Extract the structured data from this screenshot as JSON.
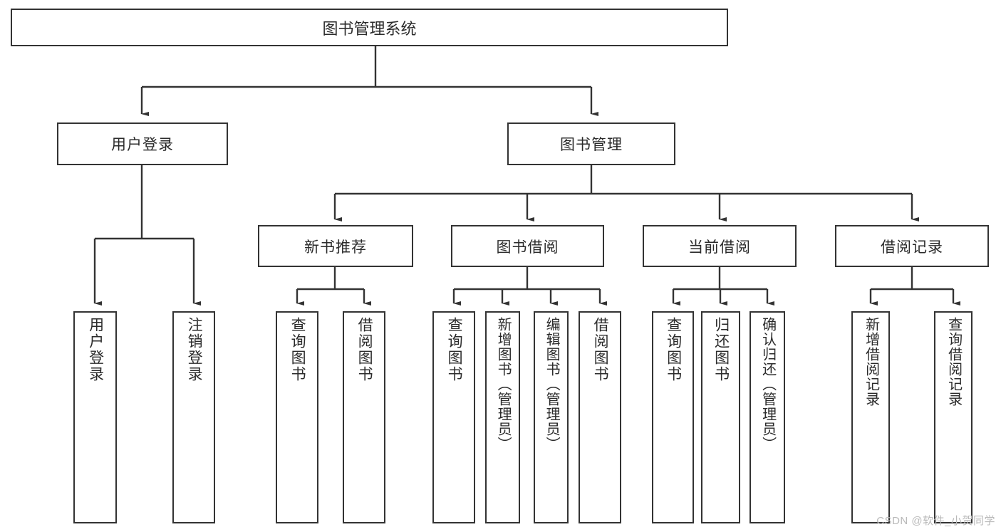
{
  "diagram": {
    "title": "图书管理系统",
    "type": "tree-hierarchy-diagram",
    "root": {
      "label": "图书管理系统"
    },
    "level1": [
      {
        "label": "用户登录"
      },
      {
        "label": "图书管理"
      }
    ],
    "level2": [
      {
        "label": "新书推荐"
      },
      {
        "label": "图书借阅"
      },
      {
        "label": "当前借阅"
      },
      {
        "label": "借阅记录"
      }
    ],
    "leaves": {
      "user_login": [
        {
          "label": "用户登录"
        },
        {
          "label": "注销登录"
        }
      ],
      "new_book_recommend": [
        {
          "label": "查询图书"
        },
        {
          "label": "借阅图书"
        }
      ],
      "book_borrow": [
        {
          "label": "查询图书"
        },
        {
          "label": "新增图书（管理员）"
        },
        {
          "label": "编辑图书（管理员）"
        },
        {
          "label": "借阅图书"
        }
      ],
      "current_borrow": [
        {
          "label": "查询图书"
        },
        {
          "label": "归还图书"
        },
        {
          "label": "确认归还（管理员）"
        }
      ],
      "borrow_record": [
        {
          "label": "新增借阅记录"
        },
        {
          "label": "查询借阅记录"
        }
      ]
    },
    "watermark": "CSDN @软件_小贺同学",
    "colors": {
      "stroke": "#333333",
      "fill": "#ffffff",
      "text": "#2b2b2b",
      "watermark": "#b9b9b9"
    }
  }
}
